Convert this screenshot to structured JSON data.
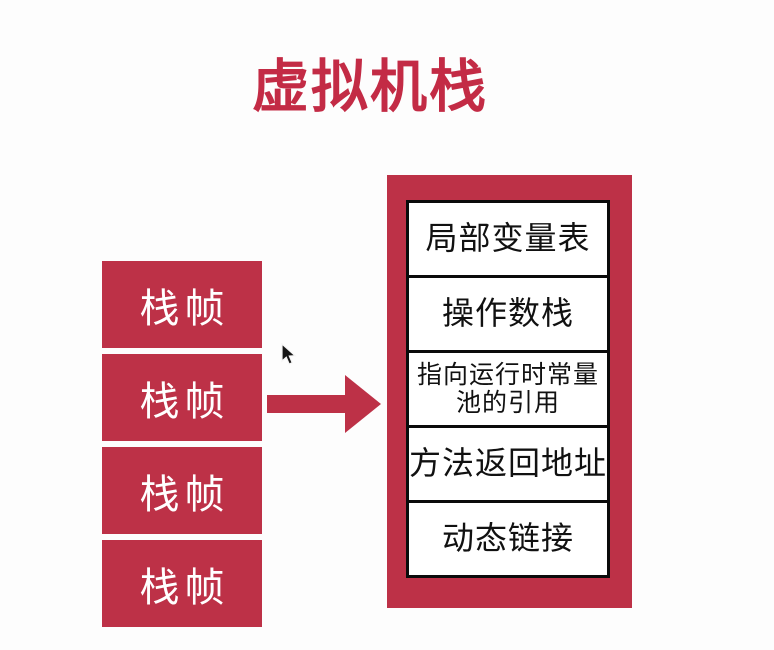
{
  "theme": {
    "accent_red": "#bd3147",
    "title_red": "#c32b45",
    "cell_border_black": "#0b0b0b",
    "background": "#fdfdfd"
  },
  "title": {
    "text": "虚拟机栈"
  },
  "stack": {
    "frames": [
      {
        "label": "栈帧"
      },
      {
        "label": "栈帧"
      },
      {
        "label": "栈帧"
      },
      {
        "label": "栈帧"
      }
    ]
  },
  "arrow": {
    "name": "right-arrow",
    "direction": "right"
  },
  "cursor": {
    "name": "mouse-pointer"
  },
  "frame_detail": {
    "cells": [
      {
        "label": "局部变量表"
      },
      {
        "label": "操作数栈"
      },
      {
        "label": "指向运行时常量池的引用",
        "line1": "指向运行时常量",
        "line2": "池的引用"
      },
      {
        "label": "方法返回地址"
      },
      {
        "label": "动态链接"
      }
    ]
  }
}
